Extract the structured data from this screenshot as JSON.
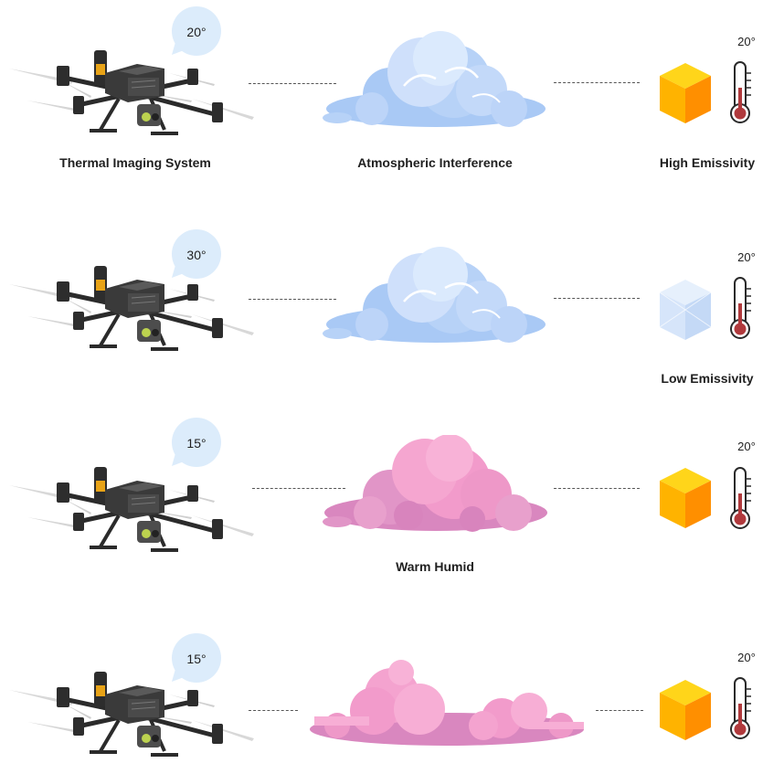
{
  "rows": [
    {
      "angle": "20°",
      "object_temp": "20°",
      "cloud_type": "blue",
      "object_type": "opaque-cube",
      "labels": {
        "system": "Thermal Imaging System",
        "medium": "Atmospheric Interference",
        "object": "High Emissivity"
      }
    },
    {
      "angle": "30°",
      "object_temp": "20°",
      "cloud_type": "blue",
      "object_type": "transparent-cube",
      "labels": {
        "object": "Low Emissivity"
      }
    },
    {
      "angle": "15°",
      "object_temp": "20°",
      "cloud_type": "pink",
      "object_type": "opaque-cube",
      "labels": {
        "medium": "Warm Humid"
      }
    },
    {
      "angle": "15°",
      "object_temp": "20°",
      "cloud_type": "pink-flat",
      "object_type": "opaque-cube",
      "labels": {}
    }
  ],
  "colors": {
    "bubble": "#dcecfb",
    "cloud_blue_light": "#dbeafd",
    "cloud_blue_dark": "#a9c9f5",
    "cloud_pink_light": "#f7a6cf",
    "cloud_pink_dark": "#d987bf",
    "cube_top": "#ffd51a",
    "cube_left": "#ffb300",
    "cube_right": "#ff8f00",
    "thermo_red": "#b0393c"
  }
}
